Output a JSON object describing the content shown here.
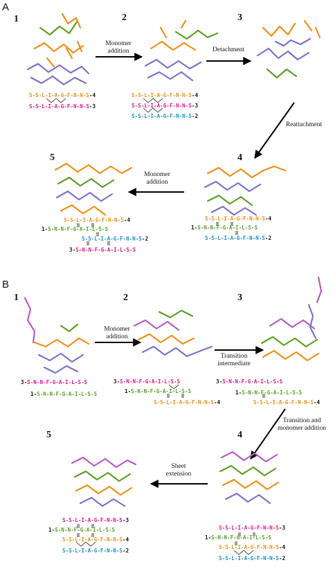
{
  "colors": {
    "orange": "#e8901c",
    "pink": "#d8198e",
    "blue": "#1a8fc0",
    "green": "#5c9e26",
    "purple": "#7a72c8",
    "black": "#111111"
  },
  "panelA": {
    "label": "A",
    "steps": {
      "s1": "1",
      "s2": "2",
      "s3": "3",
      "s4": "4",
      "s5": "5"
    },
    "captions": {
      "a12": "Monomer\naddition",
      "a23": "Detachment",
      "a34": "Reattachment",
      "a45": "Monomer\naddition"
    },
    "seq": {
      "p1_1": "S-S-L-I-A-G-F-N-N-S",
      "p1_1n": "-4",
      "p1_2": "S-S-L-I-A-G-F-N-N-S",
      "p1_2n": "-3",
      "p2_1": "S-S-L-I-A-G-F-N-N-S",
      "p2_1n": "-4",
      "p2_2": "S-S-L-I-A-G-F-N-N-S",
      "p2_2n": "-3",
      "p2_3": "S-S-L-I-A-G-F-N-N-S",
      "p2_3n": "-2",
      "p4_1": "S-S-L-I-A-G-F-N-N-S",
      "p4_1n": "-4",
      "p4_2p": "1-",
      "p4_2": "S-N-N-F-G-A-I-L-S-S",
      "p4_3": "S-S-L-I-A-G-F-N-N-S",
      "p4_3n": "-2",
      "p5_1": "S-S-L-I-A-G-F-N-N-S",
      "p5_1n": "-4",
      "p5_2p": "1-",
      "p5_2": "S-N-N-F-G-A-I-L-S-S",
      "p5_3": "S-S-L-I-A-G-F-N-N-S",
      "p5_3n": "-2",
      "p5_4p": "3-",
      "p5_4": "S-N-N-F-G-A-I-L-S-S"
    }
  },
  "panelB": {
    "label": "B",
    "steps": {
      "s1": "1",
      "s2": "2",
      "s3": "3",
      "s4": "4",
      "s5": "5"
    },
    "captions": {
      "b12": "Monomer\naddition",
      "b23": "Transition\nintermediate",
      "b34": "Transition and\nmonomer addition",
      "b45": "Sheet\nextension"
    },
    "seq": {
      "q1_1p": "3-",
      "q1_1": "S-N-N-F-G-A-I-L-S-S",
      "q1_2p": "1-",
      "q1_2": "S-N-N-F-G-A-I-L-S-S",
      "q2_1p": "3-",
      "q2_1": "S-N-N-F-G-A-I-L-S-S",
      "q2_2p": "1-",
      "q2_2": "S-N-N-F-G-A-I-L-S-S",
      "q2_3": "S-S-L-I-A-G-F-N-N-S",
      "q2_3n": "-4",
      "q3_1p": "3-",
      "q3_1": "S-N-N-F-G-A-I-L-S-S",
      "q3_2p": "1-",
      "q3_2": "S-N-N-F-G-A-I-L-S-S",
      "q3_3": "S-S-L-I-A-G-F-N-N-S",
      "q3_3n": "-4",
      "q4_1": "S-S-L-I-A-G-F-N-N-S",
      "q4_1n": "-3",
      "q4_2p": "1-",
      "q4_2": "S-N-N-F-G-A-I-L-S-S",
      "q4_3": "S-S-L-I-A-G-F-N-N-S",
      "q4_3n": "-4",
      "q4_4": "S-S-L-I-A-G-F-N-N-S",
      "q4_4n": "-2",
      "q5_1": "S-S-L-I-A-G-F-N-N-S",
      "q5_1n": "-3",
      "q5_2p": "1-",
      "q5_2": "S-N-N-F-G-A-I-L-S-S",
      "q5_3": "S-S-L-I-A-G-F-N-N-S",
      "q5_3n": "-4",
      "q5_4": "S-S-L-I-A-G-F-N-N-S",
      "q5_4n": "-2"
    }
  }
}
